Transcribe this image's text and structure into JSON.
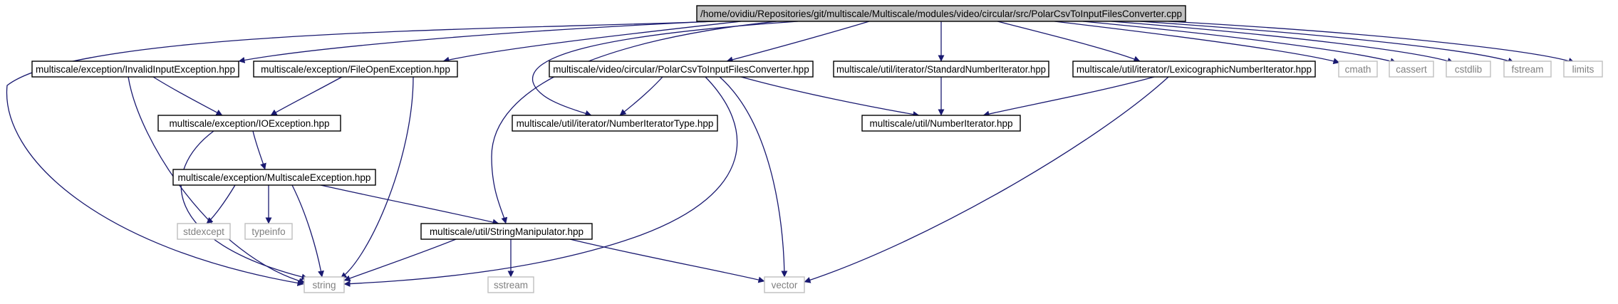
{
  "diagram": {
    "nodes": [
      {
        "id": "root",
        "label": "/home/ovidiu/Repositories/git/multiscale/Multiscale/modules/video/circular/src/PolarCsvToInputFilesConverter.cpp",
        "kind": "root"
      },
      {
        "id": "invalid",
        "label": "multiscale/exception/InvalidInputException.hpp",
        "kind": "file"
      },
      {
        "id": "fileopen",
        "label": "multiscale/exception/FileOpenException.hpp",
        "kind": "file"
      },
      {
        "id": "polarhpp",
        "label": "multiscale/video/circular/PolarCsvToInputFilesConverter.hpp",
        "kind": "file"
      },
      {
        "id": "stditer",
        "label": "multiscale/util/iterator/StandardNumberIterator.hpp",
        "kind": "file"
      },
      {
        "id": "lexiter",
        "label": "multiscale/util/iterator/LexicographicNumberIterator.hpp",
        "kind": "file"
      },
      {
        "id": "cmath",
        "label": "cmath",
        "kind": "system"
      },
      {
        "id": "cassert",
        "label": "cassert",
        "kind": "system"
      },
      {
        "id": "cstdlib",
        "label": "cstdlib",
        "kind": "system"
      },
      {
        "id": "fstream",
        "label": "fstream",
        "kind": "system"
      },
      {
        "id": "limits",
        "label": "limits",
        "kind": "system"
      },
      {
        "id": "ioexc",
        "label": "multiscale/exception/IOException.hpp",
        "kind": "file"
      },
      {
        "id": "numitertype",
        "label": "multiscale/util/iterator/NumberIteratorType.hpp",
        "kind": "file"
      },
      {
        "id": "numiter",
        "label": "multiscale/util/NumberIterator.hpp",
        "kind": "file"
      },
      {
        "id": "msexc",
        "label": "multiscale/exception/MultiscaleException.hpp",
        "kind": "file"
      },
      {
        "id": "stdexcept",
        "label": "stdexcept",
        "kind": "system"
      },
      {
        "id": "typeinfo",
        "label": "typeinfo",
        "kind": "system"
      },
      {
        "id": "strmanip",
        "label": "multiscale/util/StringManipulator.hpp",
        "kind": "file"
      },
      {
        "id": "string",
        "label": "string",
        "kind": "system"
      },
      {
        "id": "sstream",
        "label": "sstream",
        "kind": "system"
      },
      {
        "id": "vector",
        "label": "vector",
        "kind": "system"
      }
    ],
    "edges": [
      {
        "from": "root",
        "to": "string"
      },
      {
        "from": "root",
        "to": "invalid"
      },
      {
        "from": "root",
        "to": "fileopen"
      },
      {
        "from": "root",
        "to": "strmanip"
      },
      {
        "from": "root",
        "to": "numitertype"
      },
      {
        "from": "root",
        "to": "polarhpp"
      },
      {
        "from": "root",
        "to": "stditer"
      },
      {
        "from": "root",
        "to": "lexiter"
      },
      {
        "from": "root",
        "to": "cmath"
      },
      {
        "from": "root",
        "to": "cassert"
      },
      {
        "from": "root",
        "to": "cstdlib"
      },
      {
        "from": "root",
        "to": "fstream"
      },
      {
        "from": "root",
        "to": "limits"
      },
      {
        "from": "invalid",
        "to": "ioexc"
      },
      {
        "from": "invalid",
        "to": "string"
      },
      {
        "from": "fileopen",
        "to": "ioexc"
      },
      {
        "from": "fileopen",
        "to": "string"
      },
      {
        "from": "polarhpp",
        "to": "numitertype"
      },
      {
        "from": "polarhpp",
        "to": "numiter"
      },
      {
        "from": "polarhpp",
        "to": "string"
      },
      {
        "from": "polarhpp",
        "to": "vector"
      },
      {
        "from": "stditer",
        "to": "numiter"
      },
      {
        "from": "lexiter",
        "to": "numiter"
      },
      {
        "from": "lexiter",
        "to": "vector"
      },
      {
        "from": "ioexc",
        "to": "msexc"
      },
      {
        "from": "ioexc",
        "to": "string"
      },
      {
        "from": "msexc",
        "to": "stdexcept"
      },
      {
        "from": "msexc",
        "to": "typeinfo"
      },
      {
        "from": "msexc",
        "to": "string"
      },
      {
        "from": "msexc",
        "to": "strmanip"
      },
      {
        "from": "strmanip",
        "to": "string"
      },
      {
        "from": "strmanip",
        "to": "sstream"
      },
      {
        "from": "strmanip",
        "to": "vector"
      }
    ]
  },
  "colors": {
    "edge": "#191970",
    "root_fill": "#bfbfbf",
    "file_border": "#000000",
    "system_border": "#bfbfbf",
    "system_text": "#808080",
    "file_text": "#000000"
  }
}
